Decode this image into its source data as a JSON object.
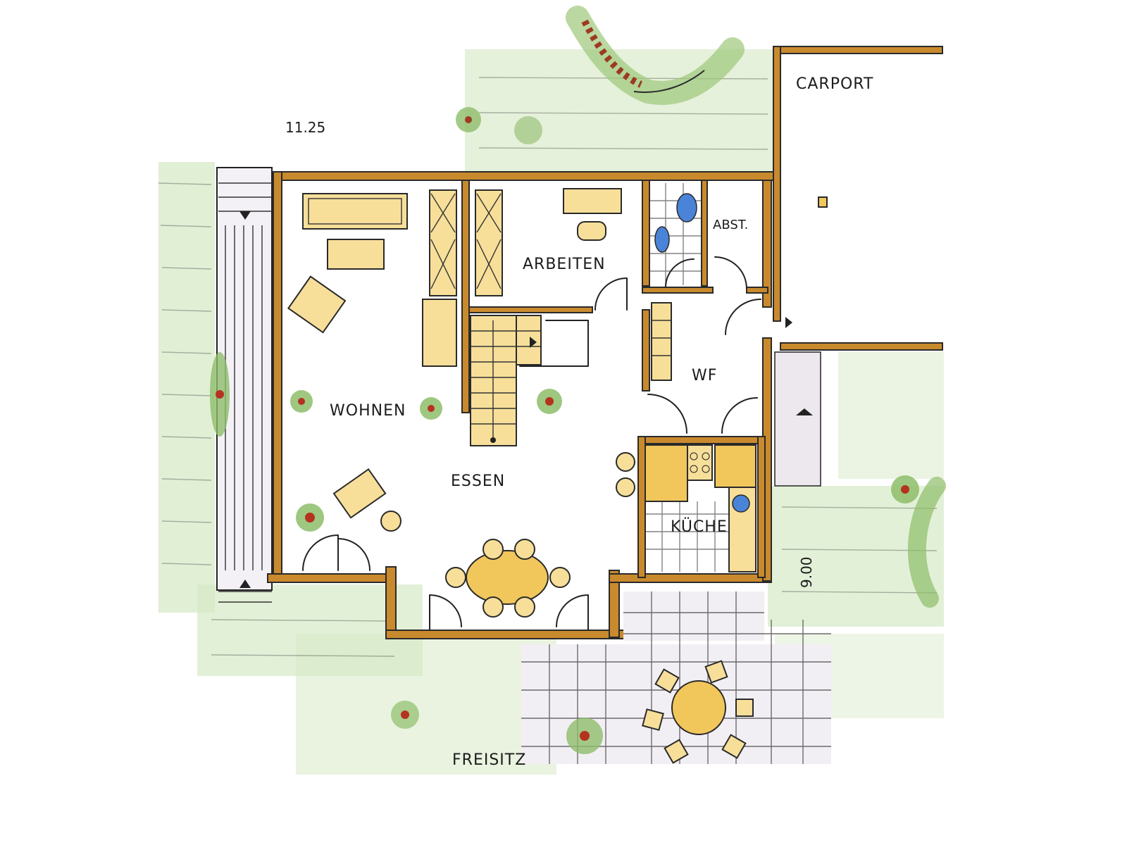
{
  "rooms": {
    "wohnen": "WOHNEN",
    "arbeiten": "ARBEITEN",
    "essen": "ESSEN",
    "kueche": "KÜCHE",
    "wf": "WF",
    "abst": "ABST.",
    "carport": "CARPORT",
    "freisitz": "FREISITZ"
  },
  "dimensions": {
    "width": "11.25",
    "depth": "9.00"
  },
  "colors": {
    "wall": "#c98a2e",
    "furniture": "#f1c75c",
    "sanitary": "#4a84d8",
    "lawn": "#d7e9c7",
    "ink": "#222222"
  },
  "icons": [
    "plant-icon",
    "tree-icon",
    "stair-arrow-icon"
  ]
}
